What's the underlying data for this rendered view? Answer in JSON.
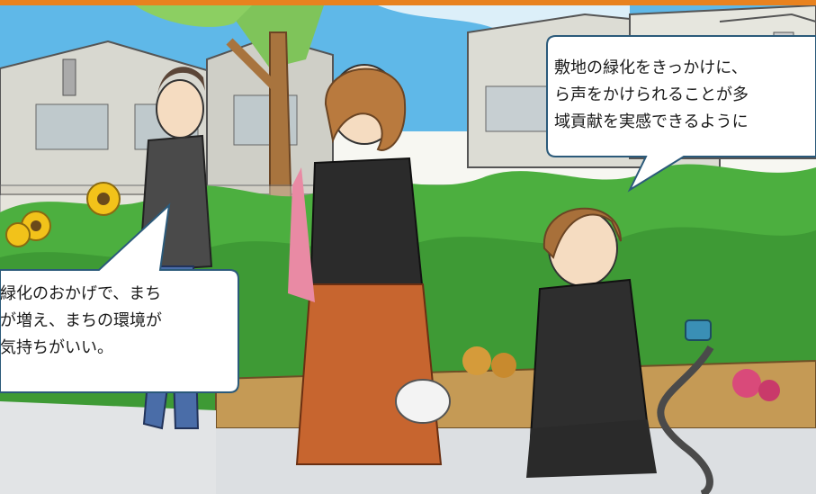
{
  "illustration": {
    "subject": "manga-panel",
    "colors": {
      "top_border": "#e8821f",
      "sky": "#5fb8e8",
      "foliage": "#4caf3f",
      "bubble_fill": "#ffffff",
      "bubble_stroke": "#2b5a7a"
    }
  },
  "bubbles": {
    "right": {
      "lines": [
        "敷地の緑化をきっかけに、",
        "ら声をかけられることが多",
        "域貢献を実感できるように"
      ]
    },
    "left": {
      "lines": [
        "緑化のおかげで、まち",
        "が増え、まちの環境が",
        "気持ちがいい。"
      ]
    }
  }
}
